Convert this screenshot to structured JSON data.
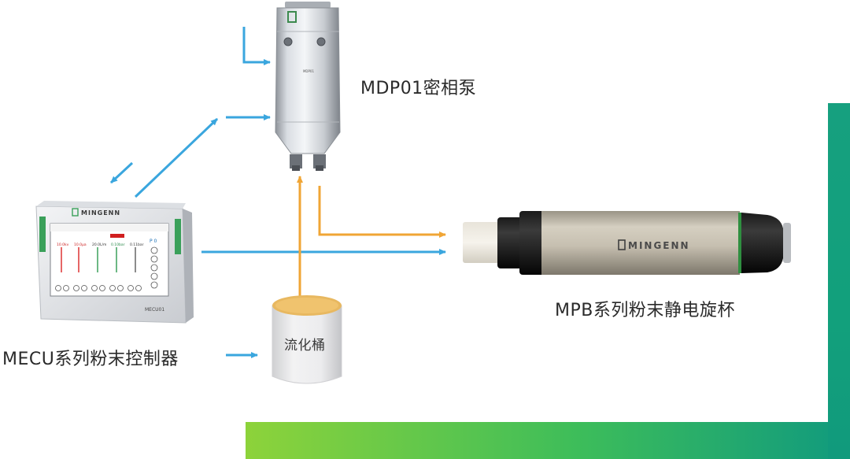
{
  "labels": {
    "pump": "MDP01密相泵",
    "cup": "MPB系列粉末静电旋杯",
    "controller": "MECU系列粉末控制器",
    "bucket": "流化桶"
  },
  "brand": {
    "logo_text": "MINGENN",
    "controller_model": "MECU01",
    "pump_model": "MDP01"
  },
  "screen": {
    "corner_mode": "P 0",
    "readouts": [
      "10.0kv",
      "10.0µa",
      "20.0L/m",
      "0.10bar",
      "0.11bar"
    ],
    "channel_labels": [
      "",
      "",
      "",
      "",
      ""
    ]
  },
  "colors": {
    "blue_arrow": "#3aa6de",
    "orange_arrow": "#f0a535",
    "frame_green_start": "#8dd33a",
    "frame_teal_end": "#109a7e",
    "controller_green": "#3aa05a"
  }
}
